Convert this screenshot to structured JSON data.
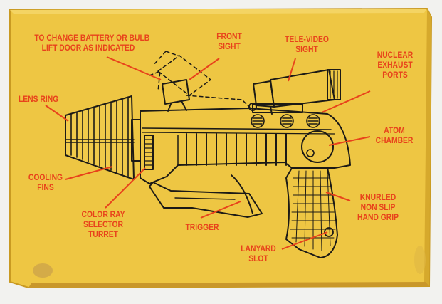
{
  "colors": {
    "box_yellow": "#eec643",
    "box_edge": "#d9ad2a",
    "ink": "#1c1a16",
    "label_red": "#e8421b",
    "background": "#f2f2ef"
  },
  "labels": {
    "battery": [
      "TO CHANGE BATTERY OR BULB",
      "LIFT DOOR AS INDICATED"
    ],
    "front_sight": [
      "FRONT",
      "SIGHT"
    ],
    "tele_video": [
      "TELE-VIDEO",
      "SIGHT"
    ],
    "nuclear": [
      "NUCLEAR",
      "EXHAUST",
      "PORTS"
    ],
    "lens_ring": [
      "LENS RING"
    ],
    "atom": [
      "ATOM",
      "CHAMBER"
    ],
    "cooling": [
      "COOLING",
      "FINS"
    ],
    "knurled": [
      "KNURLED",
      "NON SLIP",
      "HAND GRIP"
    ],
    "color_ray": [
      "COLOR RAY",
      "SELECTOR",
      "TURRET"
    ],
    "trigger": [
      "TRIGGER"
    ],
    "lanyard": [
      "LANYARD",
      "SLOT"
    ]
  }
}
